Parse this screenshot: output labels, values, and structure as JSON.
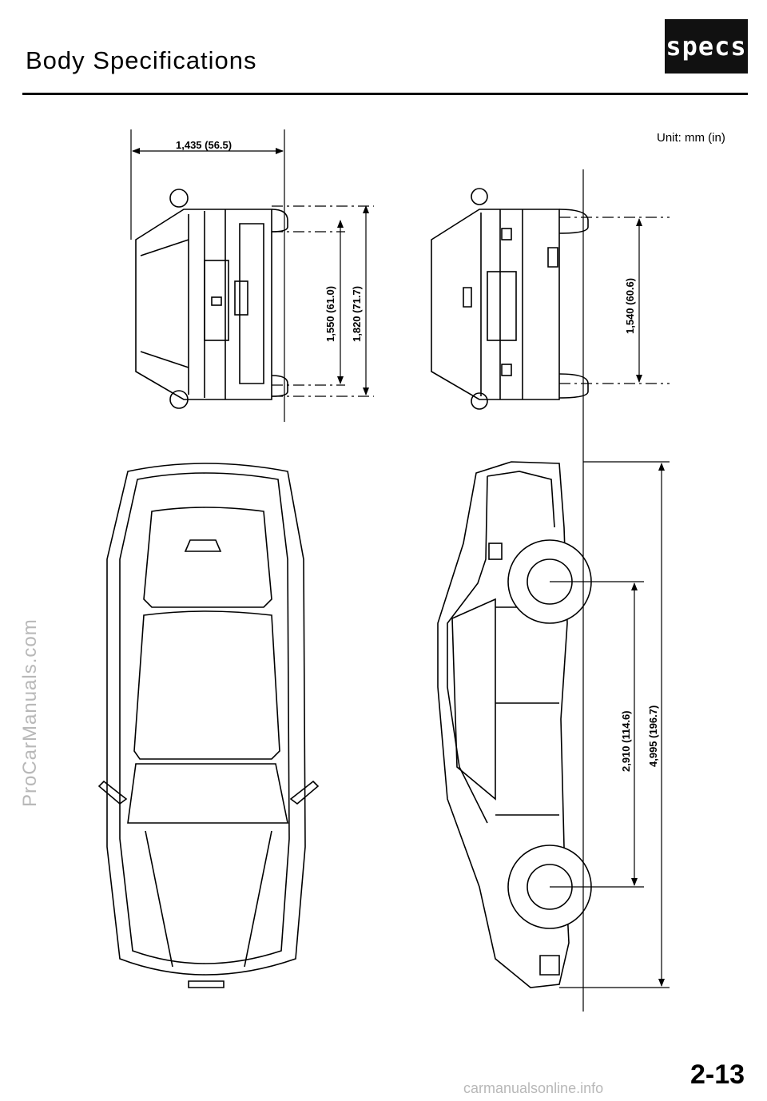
{
  "header": {
    "title": "Body Specifications",
    "badge": "specs"
  },
  "unit_label": "Unit: mm (in)",
  "dimensions": {
    "track_width": "1,435 (56.5)",
    "front_height": "1,550 (61.0)",
    "overall_width": "1,820 (71.7)",
    "rear_height": "1,540 (60.6)",
    "wheelbase": "2,910 (114.6)",
    "overall_length": "4,995 (196.7)"
  },
  "watermarks": {
    "left": "ProCarManuals.com",
    "bottom": "carmanualsonline.info"
  },
  "page_number": "2-13"
}
